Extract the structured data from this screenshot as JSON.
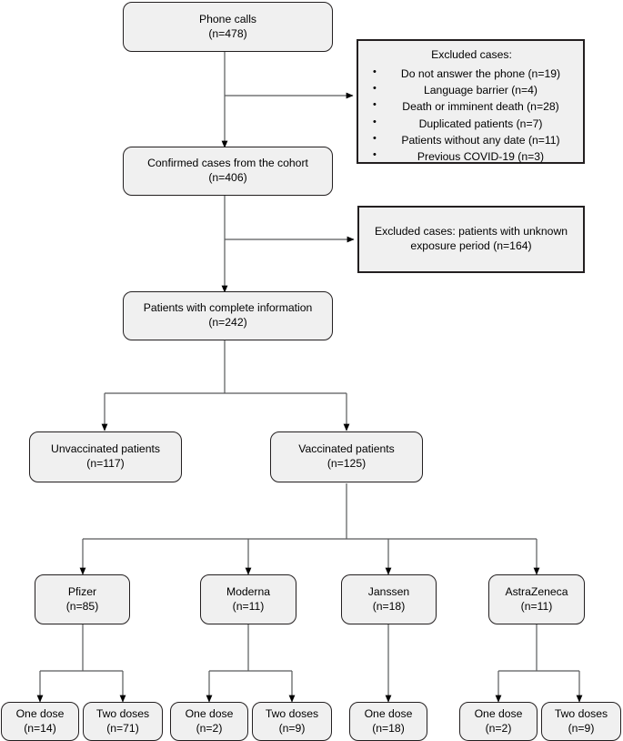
{
  "diagram": {
    "title": "Study participant flow diagram",
    "type": "flowchart",
    "colors": {
      "node_fill": "#f0f0f0",
      "node_border": "#231f20",
      "connector": "#58595b",
      "arrow": "#000000",
      "background": "#ffffff"
    }
  },
  "nodes": {
    "phone_calls": {
      "label": "Phone calls",
      "count": "(n=478)"
    },
    "excluded_1": {
      "title": "Excluded cases:",
      "items": [
        "Do not answer the phone (n=19)",
        "Language barrier (n=4)",
        "Death or imminent death (n=28)",
        "Duplicated patients (n=7)",
        "Patients without any date (n=11)",
        "Previous COVID-19 (n=3)"
      ]
    },
    "confirmed_cases": {
      "label": "Confirmed cases from the cohort",
      "count": "(n=406)"
    },
    "excluded_2": {
      "line1": "Excluded cases: patients with unknown",
      "line2": "exposure period (n=164)"
    },
    "complete_info": {
      "label": "Patients with complete information",
      "count": "(n=242)"
    },
    "unvaccinated": {
      "label": "Unvaccinated patients",
      "count": "(n=117)"
    },
    "vaccinated": {
      "label": "Vaccinated patients",
      "count": "(n=125)"
    },
    "pfizer": {
      "label": "Pfizer",
      "count": "(n=85)"
    },
    "moderna": {
      "label": "Moderna",
      "count": "(n=11)"
    },
    "janssen": {
      "label": "Janssen",
      "count": "(n=18)"
    },
    "astrazeneca": {
      "label": "AstraZeneca",
      "count": "(n=11)"
    },
    "pfizer_one": {
      "label": "One dose",
      "count": "(n=14)"
    },
    "pfizer_two": {
      "label": "Two doses",
      "count": "(n=71)"
    },
    "moderna_one": {
      "label": "One dose",
      "count": "(n=2)"
    },
    "moderna_two": {
      "label": "Two doses",
      "count": "(n=9)"
    },
    "janssen_one": {
      "label": "One dose",
      "count": "(n=18)"
    },
    "astrazeneca_one": {
      "label": "One dose",
      "count": "(n=2)"
    },
    "astrazeneca_two": {
      "label": "Two doses",
      "count": "(n=9)"
    }
  },
  "chart_data": {
    "type": "flowchart",
    "title": "Patient recruitment and vaccination flow",
    "stages": [
      {
        "name": "Phone calls",
        "n": 478
      },
      {
        "name": "Confirmed cases from the cohort",
        "n": 406
      },
      {
        "name": "Patients with complete information",
        "n": 242
      }
    ],
    "exclusions": [
      {
        "after_stage": "Phone calls",
        "reason": "Do not answer the phone",
        "n": 19
      },
      {
        "after_stage": "Phone calls",
        "reason": "Language barrier",
        "n": 4
      },
      {
        "after_stage": "Phone calls",
        "reason": "Death or imminent death",
        "n": 28
      },
      {
        "after_stage": "Phone calls",
        "reason": "Duplicated patients",
        "n": 7
      },
      {
        "after_stage": "Phone calls",
        "reason": "Patients without any date",
        "n": 11
      },
      {
        "after_stage": "Phone calls",
        "reason": "Previous COVID-19",
        "n": 3
      },
      {
        "after_stage": "Confirmed cases from the cohort",
        "reason": "Patients with unknown exposure period",
        "n": 164
      }
    ],
    "groups": [
      {
        "name": "Unvaccinated patients",
        "n": 117
      },
      {
        "name": "Vaccinated patients",
        "n": 125
      }
    ],
    "vaccines": [
      {
        "name": "Pfizer",
        "n": 85,
        "doses": [
          {
            "name": "One dose",
            "n": 14
          },
          {
            "name": "Two doses",
            "n": 71
          }
        ]
      },
      {
        "name": "Moderna",
        "n": 11,
        "doses": [
          {
            "name": "One dose",
            "n": 2
          },
          {
            "name": "Two doses",
            "n": 9
          }
        ]
      },
      {
        "name": "Janssen",
        "n": 18,
        "doses": [
          {
            "name": "One dose",
            "n": 18
          }
        ]
      },
      {
        "name": "AstraZeneca",
        "n": 11,
        "doses": [
          {
            "name": "One dose",
            "n": 2
          },
          {
            "name": "Two doses",
            "n": 9
          }
        ]
      }
    ]
  }
}
